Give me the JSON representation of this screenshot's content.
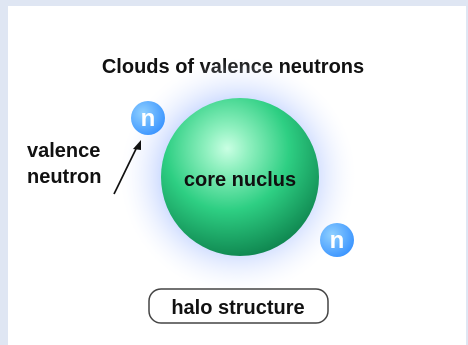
{
  "title": "Clouds of valence neutrons",
  "core_label": "core nuclus",
  "valence_label": {
    "line1": "valence",
    "line2": "neutron"
  },
  "neutron_symbol": "n",
  "caption": "halo structure",
  "colors": {
    "page_border": "#dfe6f3",
    "cloud_inner": "#4f7cff",
    "cloud_outer": "#dfe8ff",
    "core_light": "#7fe8b4",
    "core_dark": "#0a7a47",
    "neutron": "#4fa8ff"
  },
  "icons": {
    "core": "nucleus-icon",
    "neutron": "neutron-icon",
    "arrow": "pointer-arrow-icon"
  }
}
